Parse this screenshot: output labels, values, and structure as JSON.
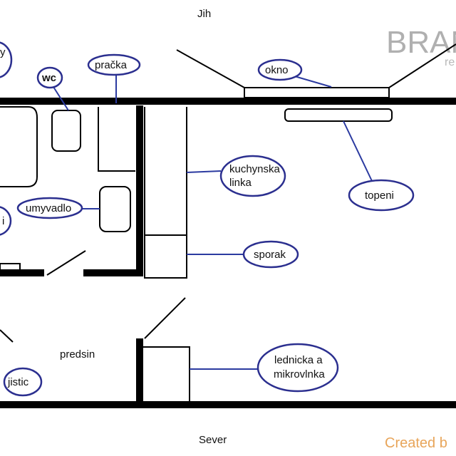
{
  "orientation": {
    "top": "Jih",
    "bottom": "Sever"
  },
  "rooms": {
    "hallway": "predsin"
  },
  "labels": {
    "partial_top_left": "y",
    "partial_mid_left": "i",
    "wc": "wc",
    "washing_machine": "pračka",
    "window": "okno",
    "kitchen_counter": [
      "kuchynska",
      "linka"
    ],
    "radiator": "topeni",
    "sink": "umyvadlo",
    "stove": "sporak",
    "fridge": [
      "lednicka a",
      "mikrovlnka"
    ],
    "breaker": "jistic"
  },
  "watermark": {
    "brand": "BRAN",
    "brand_sub": "re",
    "credit": "Created b"
  },
  "colors": {
    "label_outline": "#2b2f8f",
    "credit": "#e8a55a",
    "brand": "#b0b0b0"
  }
}
